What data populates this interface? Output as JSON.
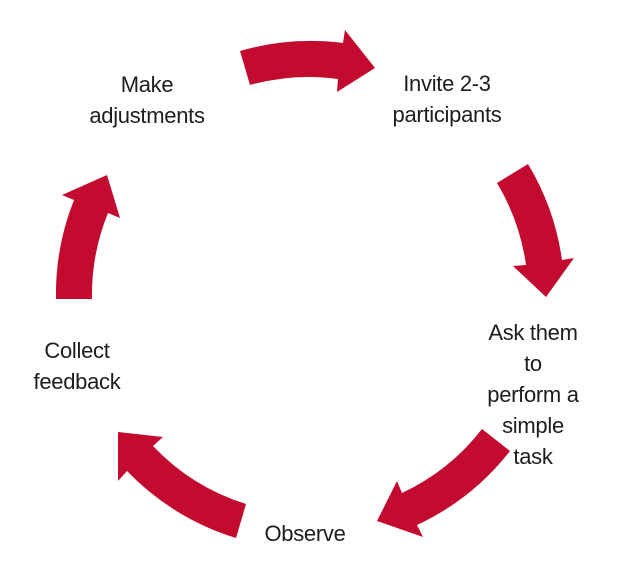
{
  "diagram": {
    "type": "cycle",
    "accent_color": "#C30A2F",
    "text_color": "#1d1d1d",
    "background_color": "#ffffff",
    "steps": [
      {
        "label": "Invite 2-3\nparticipants",
        "position": "top-right"
      },
      {
        "label": "Ask them to\nperform a\nsimple task",
        "position": "right"
      },
      {
        "label": "Observe",
        "position": "bottom"
      },
      {
        "label": "Collect\nfeedback",
        "position": "left"
      },
      {
        "label": "Make\nadjustments",
        "position": "top-left"
      }
    ],
    "arrows": [
      {
        "from": "Make adjustments",
        "to": "Invite 2-3 participants",
        "position": "top"
      },
      {
        "from": "Invite 2-3 participants",
        "to": "Ask them to perform a simple task",
        "position": "right"
      },
      {
        "from": "Ask them to perform a simple task",
        "to": "Observe",
        "position": "bottom-right"
      },
      {
        "from": "Observe",
        "to": "Collect feedback",
        "position": "bottom-left"
      },
      {
        "from": "Collect feedback",
        "to": "Make adjustments",
        "position": "left"
      }
    ]
  }
}
